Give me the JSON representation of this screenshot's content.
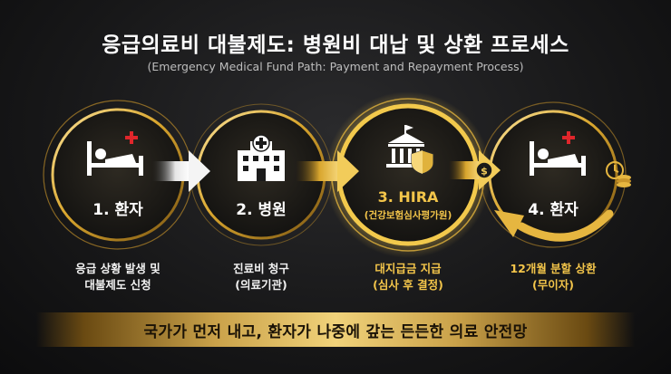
{
  "header": {
    "title": "응급의료비 대불제도: 병원비 대납 및 상환 프로세스",
    "subtitle": "(Emergency Medical Fund Path: Payment and Repayment Process)"
  },
  "steps": [
    {
      "label": "1. 환자",
      "caption_line1": "응급 상황 발생 및",
      "caption_line2": "대불제도 신청",
      "icon": "patient-bed-icon"
    },
    {
      "label": "2. 병원",
      "caption_line1": "진료비 청구",
      "caption_line2": "(의료기관)",
      "icon": "hospital-icon"
    },
    {
      "label": "3. HIRA",
      "sublabel": "(건강보험심사평가원)",
      "caption_line1": "대지급금 지급",
      "caption_line2": "(심사 후 결정)",
      "icon": "government-building-icon"
    },
    {
      "label": "4. 환자",
      "caption_line1": "12개월 분할 상환",
      "caption_line2": "(무이자)",
      "icon": "patient-bed-icon"
    }
  ],
  "banner": {
    "text": "국가가 먼저 내고, 환자가 나중에 갚는 든든한 의료 안전망"
  },
  "colors": {
    "gold": "#e0b23c",
    "gold_light": "#f3c54a",
    "red_cross": "#e0262b",
    "background": "#161617"
  }
}
